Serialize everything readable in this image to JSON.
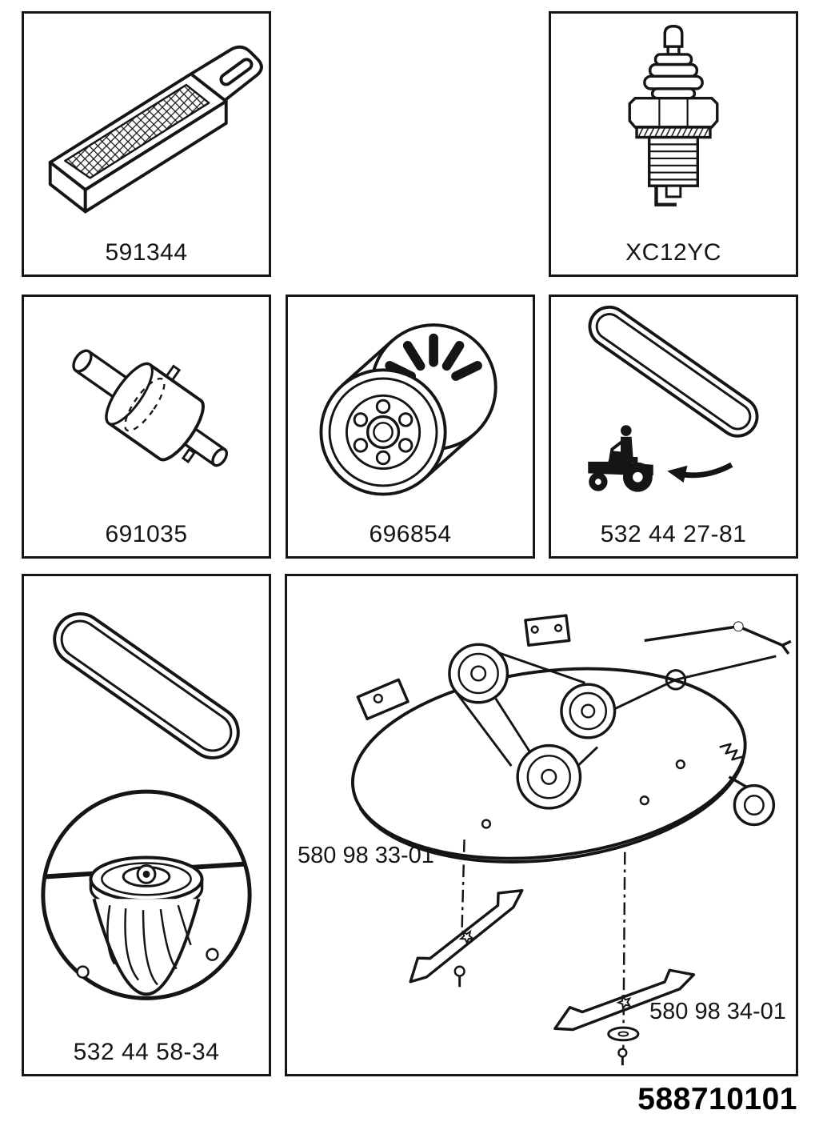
{
  "doc": {
    "number": "588710101"
  },
  "parts": {
    "air_filter": {
      "label": "591344"
    },
    "spark_plug": {
      "label": "XC12YC"
    },
    "muffler": {
      "label": "691035"
    },
    "oil_filter": {
      "label": "696854"
    },
    "drive_belt": {
      "label": "532 44 27-81"
    },
    "deck_belt_mandrel": {
      "label": "532 44 58-34"
    },
    "mower_deck": {
      "blade_left_label": "580 98 33-01",
      "blade_right_label": "580 98 34-01"
    }
  }
}
